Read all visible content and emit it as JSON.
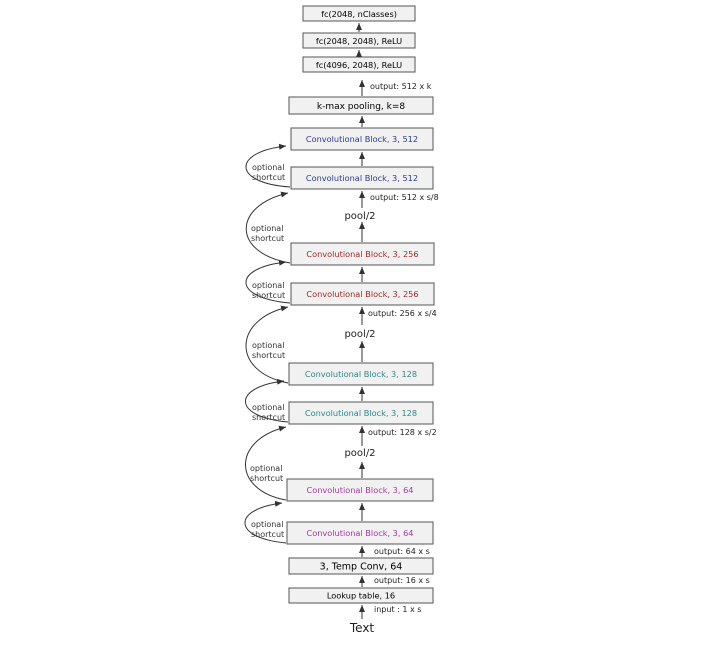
{
  "colors": {
    "box_fill": "#f1f1f1",
    "box_stroke": "#555555",
    "text_default": "#222222",
    "text_512": "#2e3a8c",
    "text_256": "#a52a2a",
    "text_128": "#2a8a8a",
    "text_64": "#a33aa3",
    "arrow": "#333333"
  },
  "diagram": {
    "input_label": "Text",
    "blocks": [
      {
        "label": "fc(2048, nClasses)",
        "group": "default"
      },
      {
        "label": "fc(2048, 2048), ReLU",
        "group": "default"
      },
      {
        "label": "fc(4096, 2048), ReLU",
        "group": "default"
      },
      {
        "label": "k-max pooling, k=8",
        "group": "default"
      },
      {
        "label": "Convolutional Block, 3, 512",
        "group": "512"
      },
      {
        "label": "Convolutional Block, 3, 512",
        "group": "512"
      },
      {
        "label": "Convolutional Block, 3, 256",
        "group": "256"
      },
      {
        "label": "Convolutional Block, 3, 256",
        "group": "256"
      },
      {
        "label": "Convolutional Block, 3, 128",
        "group": "128"
      },
      {
        "label": "Convolutional Block, 3, 128",
        "group": "128"
      },
      {
        "label": "Convolutional Block, 3, 64",
        "group": "64"
      },
      {
        "label": "Convolutional Block, 3, 64",
        "group": "64"
      },
      {
        "label": "3, Temp Conv, 64",
        "group": "default"
      },
      {
        "label": "Lookup table, 16",
        "group": "default"
      }
    ],
    "output_notes": [
      "output: 512 x k",
      "output: 512 x s/8",
      "output: 256 x s/4",
      "output: 128 x s/2",
      "output: 64 x s",
      "output: 16 x s",
      "input :  1 x s"
    ],
    "pool_label": "pool/2",
    "shortcut_label_line1": "optional",
    "shortcut_label_line2": "shortcut"
  }
}
